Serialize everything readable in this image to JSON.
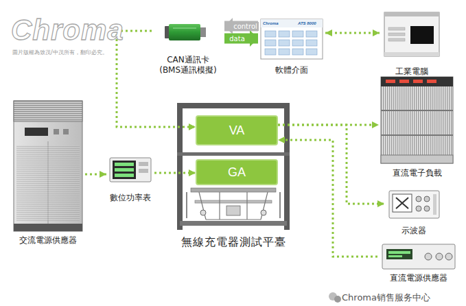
{
  "diagram": {
    "nodes": [
      {
        "text": [
          "CAN通訊卡 (BMS通訊模擬)"
        ]
      },
      {
        "text": [
          "軟體介面"
        ]
      },
      {
        "text": [
          "工業電腦"
        ]
      },
      {
        "text": [
          "直流電子負載"
        ]
      },
      {
        "text": [
          "交流電源供應器"
        ]
      },
      {
        "text": [
          "數位功率表"
        ]
      },
      {
        "text": [
          "無線充電器測試平臺"
        ]
      },
      {
        "text": [
          "VA"
        ],
        "in": 6
      },
      {
        "text": [
          "GA"
        ],
        "in": 6
      },
      {
        "text": [
          "示波器"
        ]
      },
      {
        "text": [
          "直流電源供應器"
        ]
      }
    ],
    "edges": [
      {
        "from": 1,
        "to": 2,
        "arrow": "both"
      },
      {
        "from": 1,
        "to": 0,
        "arrow": "to",
        "label": "control"
      },
      {
        "from": 0,
        "to": 1,
        "arrow": "to",
        "label": "data"
      },
      {
        "from": 0,
        "to": 7,
        "arrow": "to"
      },
      {
        "from": 7,
        "to": 3,
        "arrow": "to"
      },
      {
        "from": 7,
        "to": 9,
        "arrow": "to"
      },
      {
        "from": 10,
        "to": 7,
        "arrow": "to"
      },
      {
        "from": 4,
        "to": 5,
        "arrow": "to"
      },
      {
        "from": 5,
        "to": 8,
        "arrow": "to"
      }
    ],
    "labels": [
      "Chroma",
      "圖片版權為致茂/中茂所有，翻印必究。",
      "Chroma",
      "ATS 8000",
      "Chroma销售服务中心"
    ]
  }
}
